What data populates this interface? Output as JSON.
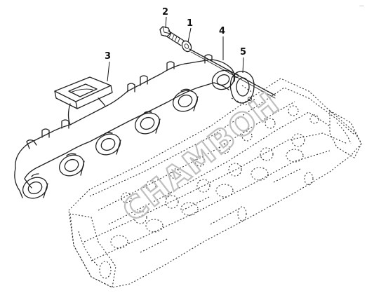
{
  "diagram": {
    "callouts": [
      {
        "id": "1",
        "label": "1"
      },
      {
        "id": "2",
        "label": "2"
      },
      {
        "id": "3",
        "label": "3"
      },
      {
        "id": "4",
        "label": "4"
      },
      {
        "id": "5",
        "label": "5"
      }
    ],
    "watermark": "CHAMBOH",
    "corner_mark": "—"
  }
}
